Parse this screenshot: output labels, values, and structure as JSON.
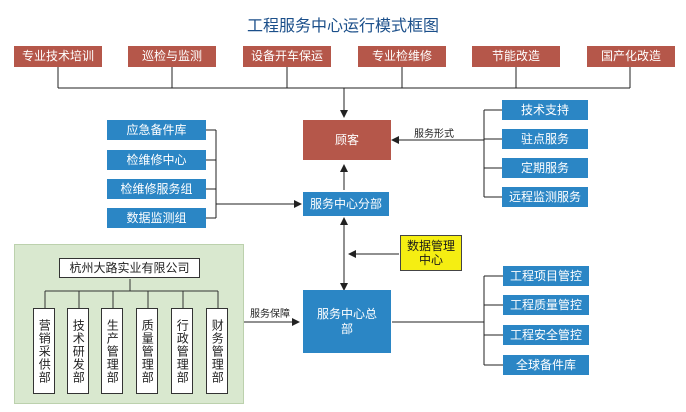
{
  "title": "工程服务中心运行模式框图",
  "top_boxes": [
    "专业技术培训",
    "巡检与监测",
    "设备开车保运",
    "专业检维修",
    "节能改造",
    "国产化改造"
  ],
  "customer": "顾客",
  "service_form_label": "服务形式",
  "service_forms": [
    "技术支持",
    "驻点服务",
    "定期服务",
    "远程监测服务"
  ],
  "left_units": [
    "应急备件库",
    "检维修中心",
    "检维修服务组",
    "数据监测组"
  ],
  "branch": "服务中心分部",
  "data_center": "数据管理中心",
  "hq": "服务中心总部",
  "service_guarantee_label": "服务保障",
  "company": "杭州大路实业有限公司",
  "departments": [
    "营销采供部",
    "技术研发部",
    "生产管理部",
    "质量管理部",
    "行政管理部",
    "财务管理部"
  ],
  "hq_controls": [
    "工程项目管控",
    "工程质量管控",
    "工程安全管控",
    "全球备件库"
  ],
  "colors": {
    "red": "#b5574a",
    "blue": "#2b86c5",
    "yellow": "#f5ee12",
    "green": "#d9e8cf",
    "title": "#1b4f8a"
  }
}
